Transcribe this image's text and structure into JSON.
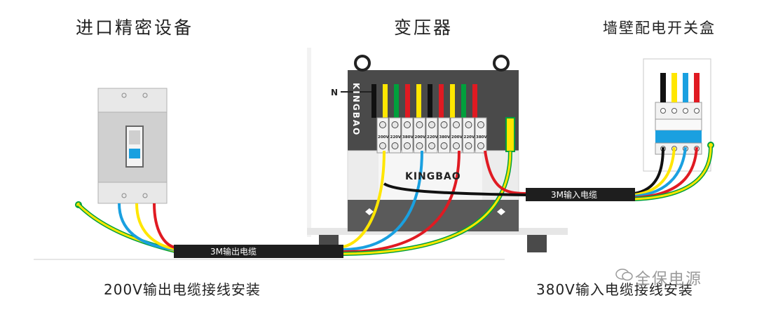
{
  "titles": {
    "left": "进口精密设备",
    "center": "变压器",
    "right": "墙壁配电开关盒"
  },
  "captions": {
    "output": "200V输出电缆接线安装",
    "input": "380V输入电缆接线安装"
  },
  "transformer": {
    "brand_vertical": "KINGBAO",
    "brand_front": "KINGBAO",
    "neutral_label": "N",
    "terminal_labels": [
      "200V",
      "220V",
      "380V",
      "200V",
      "220V",
      "380V",
      "200V",
      "220V",
      "380V"
    ]
  },
  "cables": {
    "output_label": "3M输出电缆",
    "input_label": "3M输入电缆"
  },
  "watermark": {
    "text": "全保电源"
  },
  "colors": {
    "yellow": "#ffe600",
    "green": "#00a03c",
    "red": "#e01a22",
    "blue": "#1aa0e0",
    "black": "#111111",
    "transformer": "#4a4a4a"
  }
}
